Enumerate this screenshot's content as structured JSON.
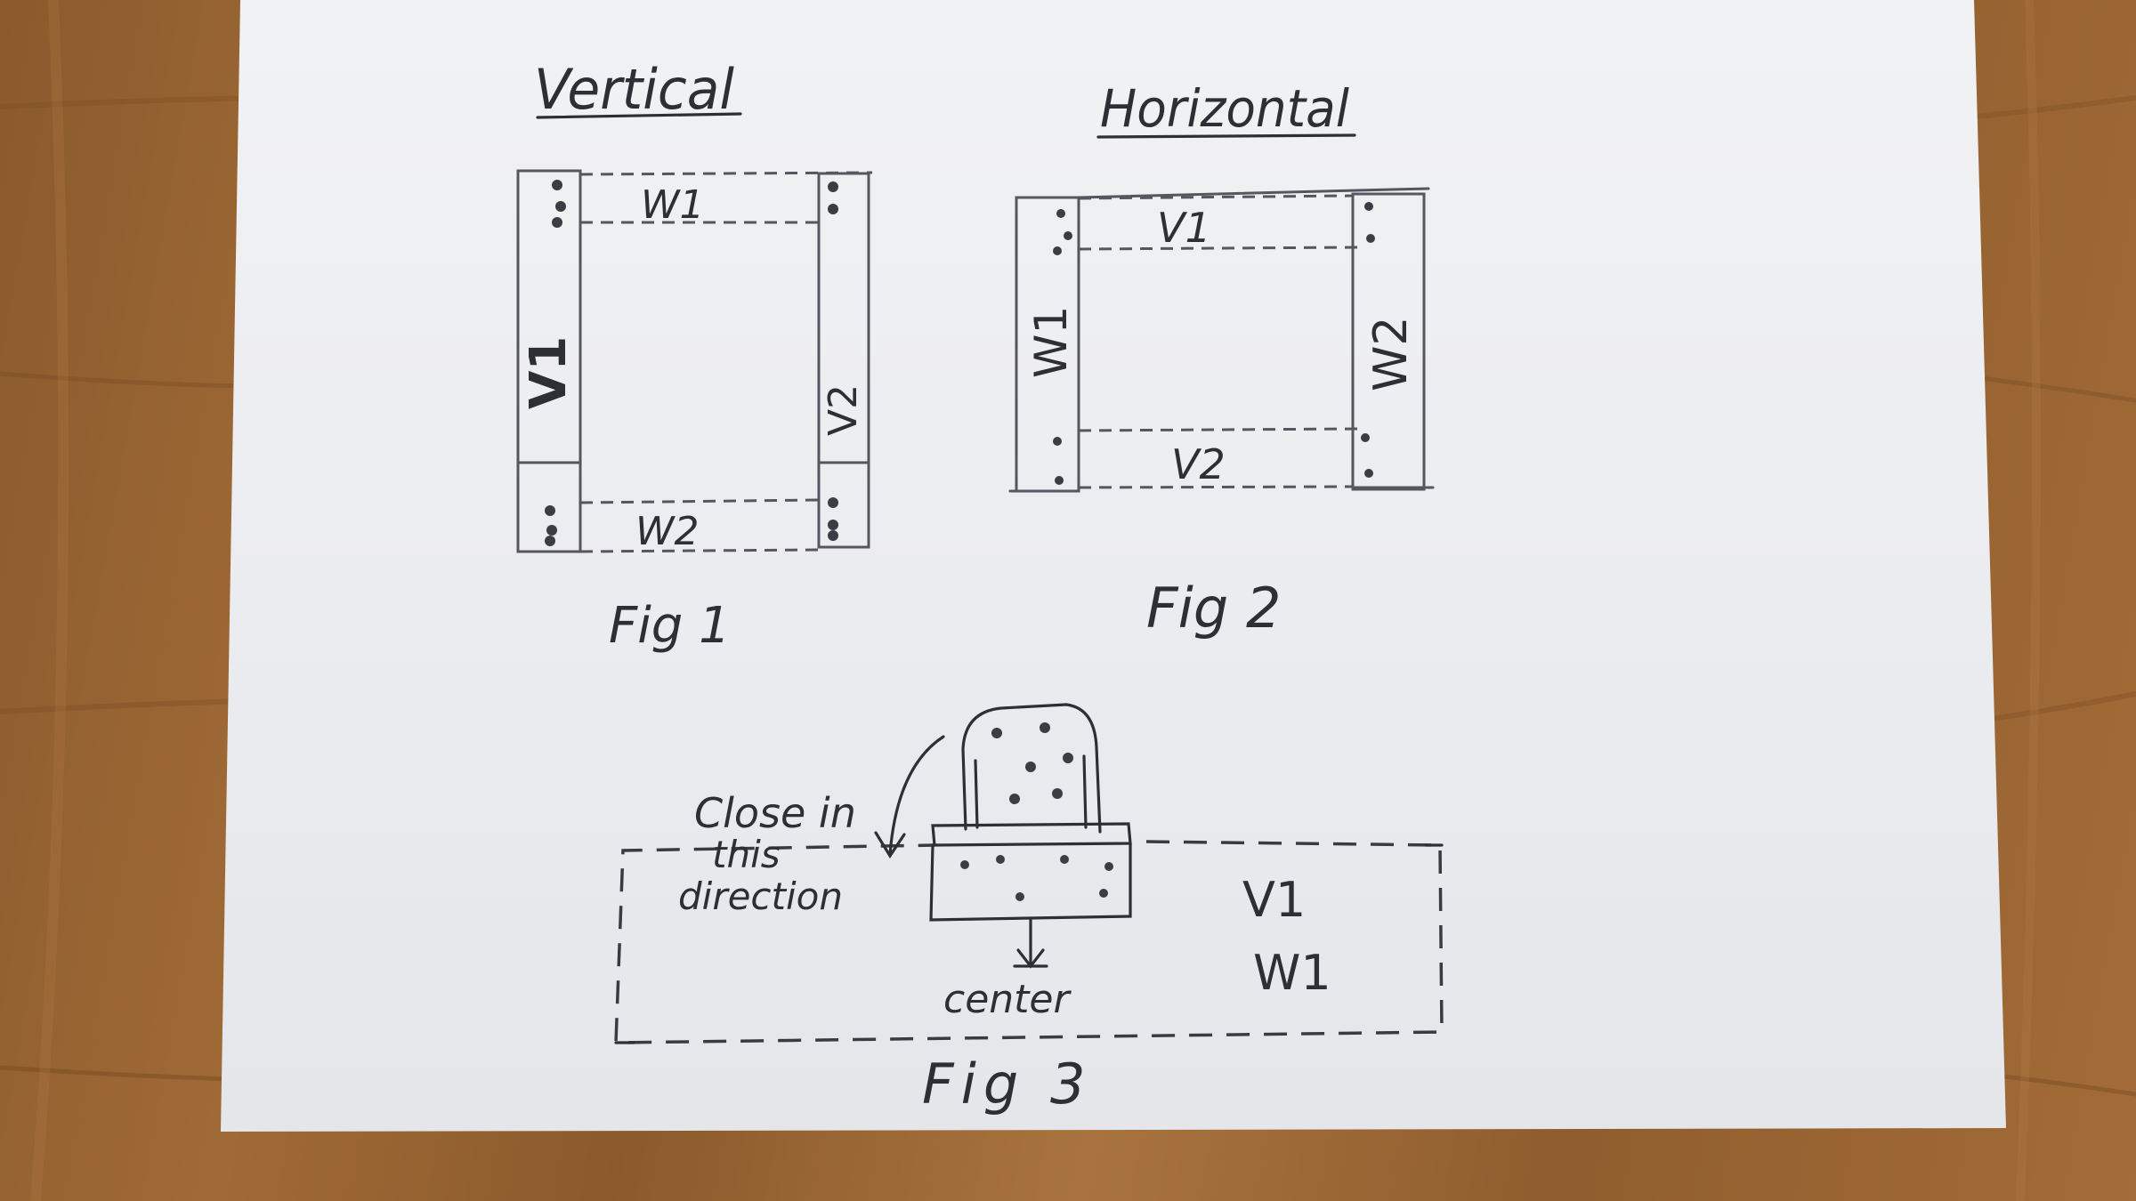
{
  "headings": {
    "vertical": "Vertical",
    "horizontal": "Horizontal"
  },
  "fig1": {
    "caption": "Fig 1",
    "left_post": "V1",
    "right_post": "V2",
    "top_rail": "W1",
    "bottom_rail": "W2"
  },
  "fig2": {
    "caption": "Fig 2",
    "left_post": "W1",
    "right_post": "W2",
    "top_rail": "V1",
    "bottom_rail": "V2"
  },
  "fig3": {
    "caption": "Fig 3",
    "note_line1": "Close in",
    "note_line2": "this",
    "note_line3": "direction",
    "center_label": "center",
    "panel_label1": "V1",
    "panel_label2": "W1"
  }
}
